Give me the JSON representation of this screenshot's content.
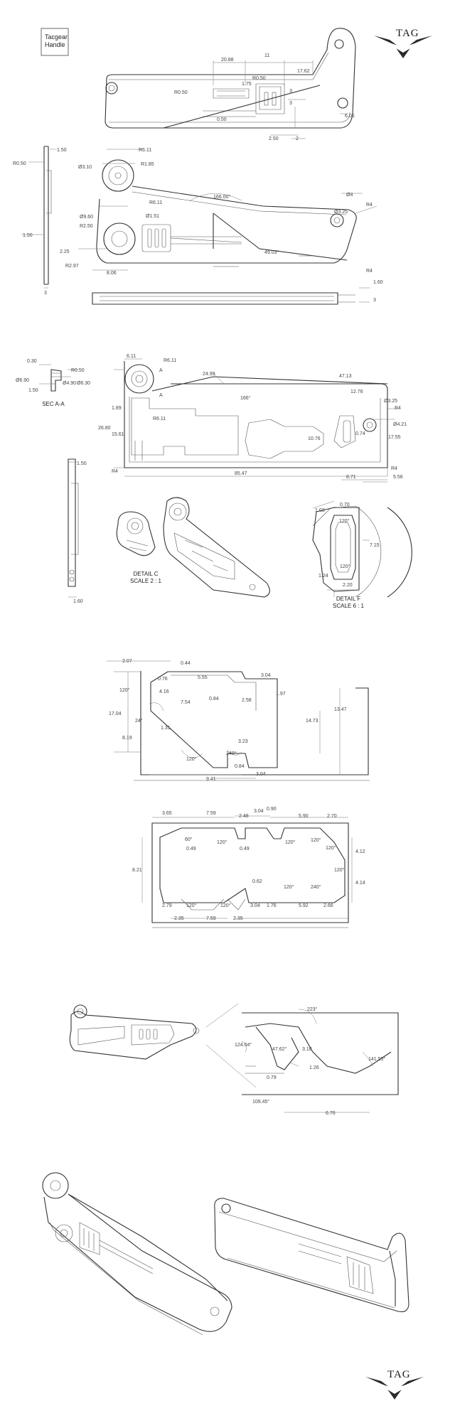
{
  "title_block": {
    "line1": "Tacgear",
    "line2": "Handle"
  },
  "logo": {
    "top": "TAG",
    "bottom": "TAG"
  },
  "view1_dims": [
    "20.88",
    "11",
    "17.62",
    "R0.50",
    "R0.50",
    "1.75",
    "3",
    "3",
    "0.50",
    "2.50",
    "2",
    "6.06",
    "R0.50",
    "1.50"
  ],
  "view2_dims": [
    "R6.11",
    "Ø3.10",
    "R1.85",
    "R6.11",
    "166.00°",
    "Ø4",
    "Ø3.25",
    "R4",
    "Ø9.60",
    "Ø1.51",
    "R2.50",
    "2.25",
    "R2.97",
    "8.06",
    "49.03°",
    "R4",
    "1.50",
    "3"
  ],
  "view3_dims": [
    "1.60",
    "3"
  ],
  "section_aa": {
    "dims": [
      "0.30",
      "R0.50",
      "Ø6.90",
      "Ø4.90",
      "Ø6.30",
      "1.50"
    ],
    "caption": "SEC A-A",
    "marker": "A"
  },
  "view4_dims": [
    "6.11",
    "R6.11",
    "24.99",
    "47.13",
    "166°",
    "12.76",
    "Ø3.25",
    "R4",
    "1.89",
    "26.80",
    "15.61",
    "R6.11",
    "10.76",
    "0.74",
    "Ø4.21",
    "17.55",
    "R4",
    "85.47",
    "R4",
    "8.71",
    "5.56"
  ],
  "side_view_dims": [
    "1.50",
    "1.60"
  ],
  "detail_c": {
    "caption1": "DETAIL C",
    "caption2": "SCALE 2 : 1"
  },
  "detail_f": {
    "caption1": "DETAIL F",
    "caption2": "SCALE 6 : 1",
    "dims": [
      "0.70",
      "1.03",
      "120°",
      "7.15",
      "1.24",
      "120°",
      "2.20"
    ]
  },
  "cutout1_dims": [
    "2.07",
    "0.44",
    "120°",
    "0.76",
    "5.55",
    "3.04",
    "4.16",
    "7.54",
    "0.84",
    "2.58",
    "1.97",
    "17.04",
    "24°",
    "13.47",
    "14.73",
    "8.19",
    "1.31",
    "3.23",
    "240°",
    "120°",
    "0.84",
    "9.41",
    "3.04"
  ],
  "cutout2_dims": [
    "3.65",
    "7.59",
    "2.48",
    "3.04",
    "0.90",
    "5.90",
    "2.70",
    "60°",
    "120°",
    "120°",
    "0.49",
    "0.49",
    "120°",
    "120°",
    "4.12",
    "8.21",
    "0.62",
    "120°",
    "4.14",
    "2.79",
    "120°",
    "120°",
    "3.04",
    "1.76",
    "5.92",
    "2.66",
    "120°",
    "240°",
    "2.35",
    "7.59",
    "2.35"
  ],
  "detail_lock_dims": [
    "223°",
    "124.04°",
    "47.62°",
    "3.18",
    "1.26",
    "0.79",
    "141.55°",
    "109.45°",
    "6.76"
  ]
}
